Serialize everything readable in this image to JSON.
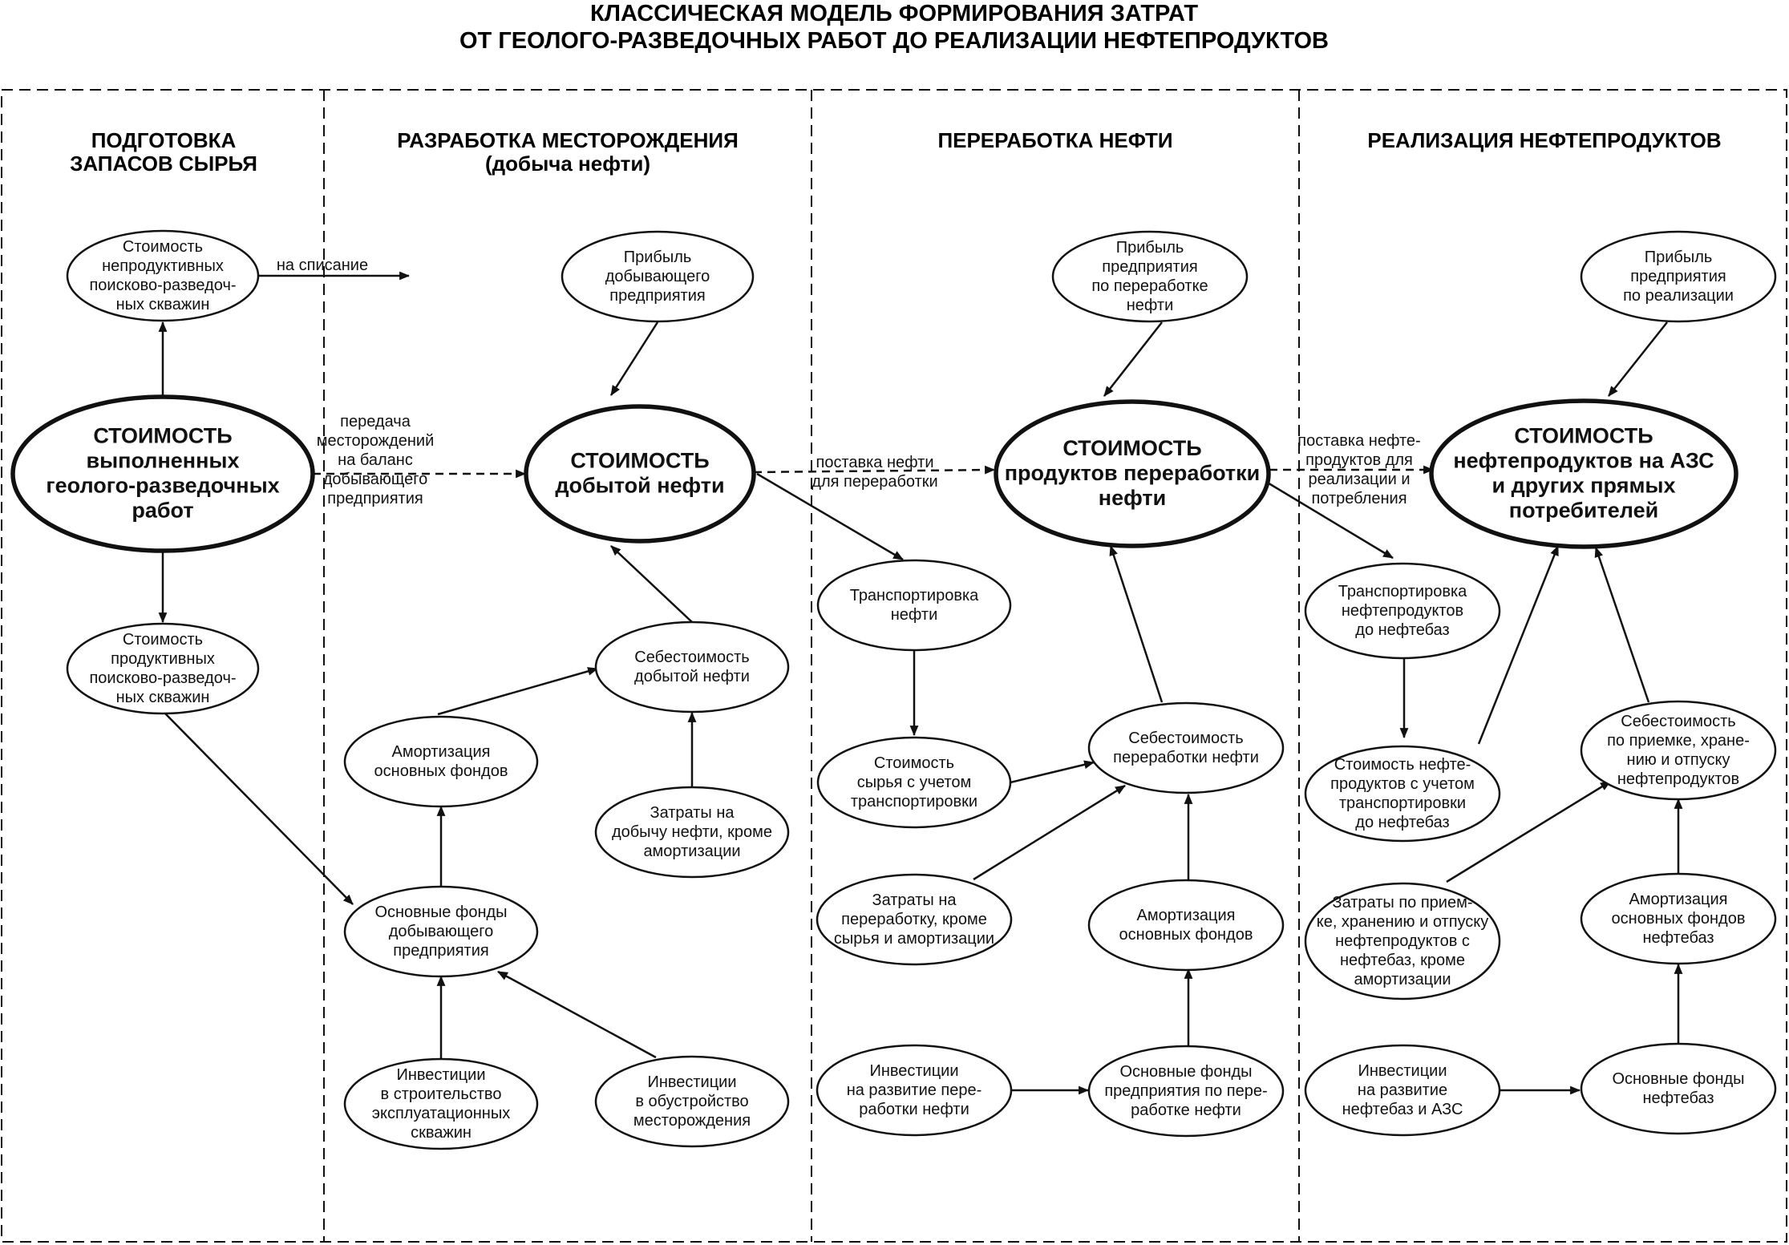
{
  "title": {
    "line1": "КЛАССИЧЕСКАЯ МОДЕЛЬ ФОРМИРОВАНИЯ ЗАТРАТ",
    "line2": "ОТ ГЕОЛОГО-РАЗВЕДОЧНЫХ РАБОТ ДО РЕАЛИЗАЦИИ НЕФТЕПРОДУКТОВ"
  },
  "columns": [
    {
      "id": "col1",
      "lines": [
        "ПОДГОТОВКА",
        "ЗАПАСОВ СЫРЬЯ"
      ]
    },
    {
      "id": "col2",
      "lines": [
        "РАЗРАБОТКА МЕСТОРОЖДЕНИЯ",
        "(добыча нефти)"
      ]
    },
    {
      "id": "col3",
      "lines": [
        "ПЕРЕРАБОТКА НЕФТИ"
      ]
    },
    {
      "id": "col4",
      "lines": [
        "РЕАЛИЗАЦИЯ НЕФТЕПРОДУКТОВ"
      ]
    }
  ],
  "nodes": [
    {
      "id": "c1-unproductive",
      "lines": [
        "Стоимость",
        "непродуктивных",
        "поисково-разведоч-",
        "ных скважин"
      ]
    },
    {
      "id": "c1-main",
      "main": true,
      "lines": [
        "СТОИМОСТЬ",
        "выполненных",
        "геолого-разведочных",
        "работ"
      ]
    },
    {
      "id": "c1-productive",
      "lines": [
        "Стоимость",
        "продуктивных",
        "поисково-разведоч-",
        "ных скважин"
      ]
    },
    {
      "id": "c2-profit",
      "lines": [
        "Прибыль",
        "добывающего",
        "предприятия"
      ]
    },
    {
      "id": "c2-main",
      "main": true,
      "lines": [
        "СТОИМОСТЬ",
        "добытой нефти"
      ]
    },
    {
      "id": "c2-cost",
      "lines": [
        "Себестоимость",
        "добытой нефти"
      ]
    },
    {
      "id": "c2-amort",
      "lines": [
        "Амортизация",
        "основных фондов"
      ]
    },
    {
      "id": "c2-extraction-costs",
      "lines": [
        "Затраты на",
        "добычу нефти, кроме",
        "амортизации"
      ]
    },
    {
      "id": "c2-fixed-assets",
      "lines": [
        "Основные фонды",
        "добывающего",
        "предприятия"
      ]
    },
    {
      "id": "c2-inv-wells",
      "lines": [
        "Инвестиции",
        "в строительство",
        "эксплуатационных",
        "скважин"
      ]
    },
    {
      "id": "c2-inv-field",
      "lines": [
        "Инвестиции",
        "в обустройство",
        "месторождения"
      ]
    },
    {
      "id": "c3-profit",
      "lines": [
        "Прибыль",
        "предприятия",
        "по переработке",
        "нефти"
      ]
    },
    {
      "id": "c3-main",
      "main": true,
      "lines": [
        "СТОИМОСТЬ",
        "продуктов переработки",
        "нефти"
      ]
    },
    {
      "id": "c3-transport",
      "lines": [
        "Транспортировка",
        "нефти"
      ]
    },
    {
      "id": "c3-raw-cost",
      "lines": [
        "Стоимость",
        "сырья с учетом",
        "транспортировки"
      ]
    },
    {
      "id": "c3-cost",
      "lines": [
        "Себестоимость",
        "переработки нефти"
      ]
    },
    {
      "id": "c3-processing-costs",
      "lines": [
        "Затраты на",
        "переработку, кроме",
        "сырья и амортизации"
      ]
    },
    {
      "id": "c3-amort",
      "lines": [
        "Амортизация",
        "основных фондов"
      ]
    },
    {
      "id": "c3-inv",
      "lines": [
        "Инвестиции",
        "на развитие пере-",
        "работки нефти"
      ]
    },
    {
      "id": "c3-fixed-assets",
      "lines": [
        "Основные фонды",
        "предприятия по пере-",
        "работке нефти"
      ]
    },
    {
      "id": "c4-profit",
      "lines": [
        "Прибыль",
        "предприятия",
        "по реализации"
      ]
    },
    {
      "id": "c4-main",
      "main": true,
      "lines": [
        "СТОИМОСТЬ",
        "нефтепродуктов на АЗС",
        "и других прямых",
        "потребителей"
      ]
    },
    {
      "id": "c4-transport",
      "lines": [
        "Транспортировка",
        "нефтепродуктов",
        "до нефтебаз"
      ]
    },
    {
      "id": "c4-products-cost",
      "lines": [
        "Стоимость нефте-",
        "продуктов с учетом",
        "транспортировки",
        "до нефтебаз"
      ]
    },
    {
      "id": "c4-cost",
      "lines": [
        "Себестоимость",
        "по приемке, хране-",
        "нию и отпуску",
        "нефтепродуктов"
      ]
    },
    {
      "id": "c4-storage-costs",
      "lines": [
        "Затраты по прием-",
        "ке, хранению и отпуску",
        "нефтепродуктов с",
        "нефтебаз, кроме",
        "амортизации"
      ]
    },
    {
      "id": "c4-amort",
      "lines": [
        "Амортизация",
        "основных фондов",
        "нефтебаз"
      ]
    },
    {
      "id": "c4-inv",
      "lines": [
        "Инвестиции",
        "на развитие",
        "нефтебаз и АЗС"
      ]
    },
    {
      "id": "c4-fixed-assets",
      "lines": [
        "Основные фонды",
        "нефтебаз"
      ]
    }
  ],
  "edges": [
    {
      "from": "c1-main",
      "to": "c1-unproductive"
    },
    {
      "from": "c1-main",
      "to": "c1-productive"
    },
    {
      "from": "c1-unproductive",
      "to": "write-off",
      "label": "write-off"
    },
    {
      "from": "c1-main",
      "to": "c2-main",
      "dashed": true,
      "label": "transfer1"
    },
    {
      "from": "c1-productive",
      "to": "c2-fixed-assets"
    },
    {
      "from": "c2-profit",
      "to": "c2-main"
    },
    {
      "from": "c2-cost",
      "to": "c2-main"
    },
    {
      "from": "c2-amort",
      "to": "c2-cost"
    },
    {
      "from": "c2-extraction-costs",
      "to": "c2-cost"
    },
    {
      "from": "c2-fixed-assets",
      "to": "c2-amort"
    },
    {
      "from": "c2-inv-wells",
      "to": "c2-fixed-assets"
    },
    {
      "from": "c2-inv-field",
      "to": "c2-fixed-assets"
    },
    {
      "from": "c2-main",
      "to": "c3-main",
      "dashed": true,
      "label": "transfer2"
    },
    {
      "from": "c2-main",
      "to": "c3-transport"
    },
    {
      "from": "c3-profit",
      "to": "c3-main"
    },
    {
      "from": "c3-transport",
      "to": "c3-raw-cost"
    },
    {
      "from": "c3-raw-cost",
      "to": "c3-cost"
    },
    {
      "from": "c3-processing-costs",
      "to": "c3-cost"
    },
    {
      "from": "c3-amort",
      "to": "c3-cost"
    },
    {
      "from": "c3-cost",
      "to": "c3-main"
    },
    {
      "from": "c3-fixed-assets",
      "to": "c3-amort"
    },
    {
      "from": "c3-inv",
      "to": "c3-fixed-assets"
    },
    {
      "from": "c3-main",
      "to": "c4-main",
      "dashed": true,
      "label": "transfer3"
    },
    {
      "from": "c3-main",
      "to": "c4-transport"
    },
    {
      "from": "c4-profit",
      "to": "c4-main"
    },
    {
      "from": "c4-transport",
      "to": "c4-products-cost"
    },
    {
      "from": "c4-products-cost",
      "to": "c4-main"
    },
    {
      "from": "c4-cost",
      "to": "c4-main"
    },
    {
      "from": "c4-storage-costs",
      "to": "c4-cost"
    },
    {
      "from": "c4-amort",
      "to": "c4-cost"
    },
    {
      "from": "c4-fixed-assets",
      "to": "c4-amort"
    },
    {
      "from": "c4-inv",
      "to": "c4-fixed-assets"
    }
  ],
  "edge_labels": {
    "write-off": [
      "на списание"
    ],
    "transfer1": [
      "передача",
      "месторождений",
      "на баланс",
      "добывающего",
      "предприятия"
    ],
    "transfer2": [
      "поставка нефти",
      "для переработки"
    ],
    "transfer3": [
      "поставка нефте-",
      "продуктов для",
      "реализации и",
      "потребления"
    ]
  }
}
